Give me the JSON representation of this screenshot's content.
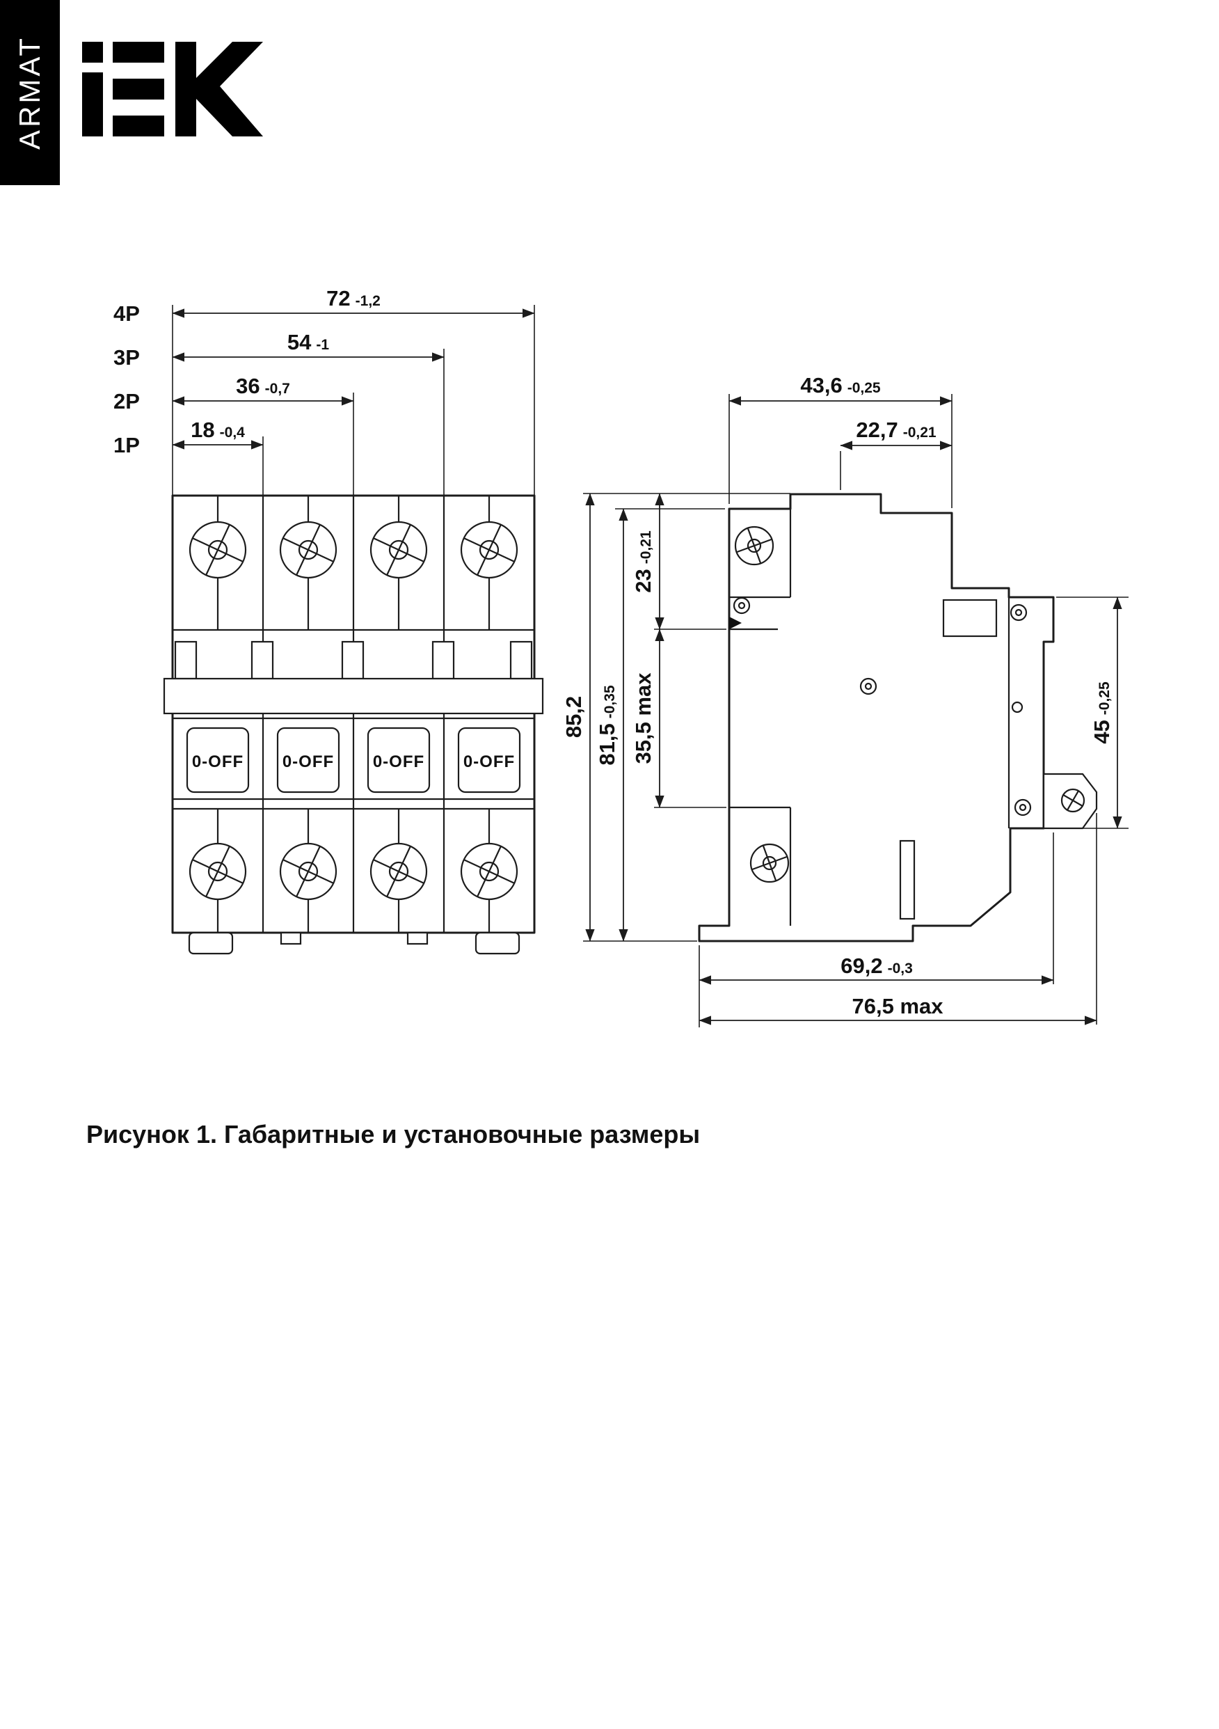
{
  "brand": {
    "logo": "IEK",
    "series": "ARMAT"
  },
  "figure": {
    "caption": "Рисунок 1. Габаритные и установочные размеры"
  },
  "front_view": {
    "toggle_label": "0-OFF",
    "pole_dims": [
      {
        "label": "4P",
        "value": "72",
        "tol": "-1,2"
      },
      {
        "label": "3P",
        "value": "54",
        "tol": "-1"
      },
      {
        "label": "2P",
        "value": "36",
        "tol": "-0,7"
      },
      {
        "label": "1P",
        "value": "18",
        "tol": "-0,4"
      }
    ]
  },
  "side_view": {
    "top_width": {
      "value": "43,6",
      "tol": "-0,25"
    },
    "top_inner_width": {
      "value": "22,7",
      "tol": "-0,21"
    },
    "overall_height": {
      "value": "85,2",
      "tol": ""
    },
    "front_height": {
      "value": "81,5",
      "tol": "-0,35"
    },
    "upper_section": {
      "value": "23",
      "tol": "-0,21"
    },
    "middle_section": {
      "value": "35,5 max",
      "tol": ""
    },
    "rail_notch_height": {
      "value": "45",
      "tol": "-0,25"
    },
    "bottom_width": {
      "value": "69,2",
      "tol": "-0,3"
    },
    "bottom_width_max": {
      "value": "76,5 max",
      "tol": ""
    }
  }
}
